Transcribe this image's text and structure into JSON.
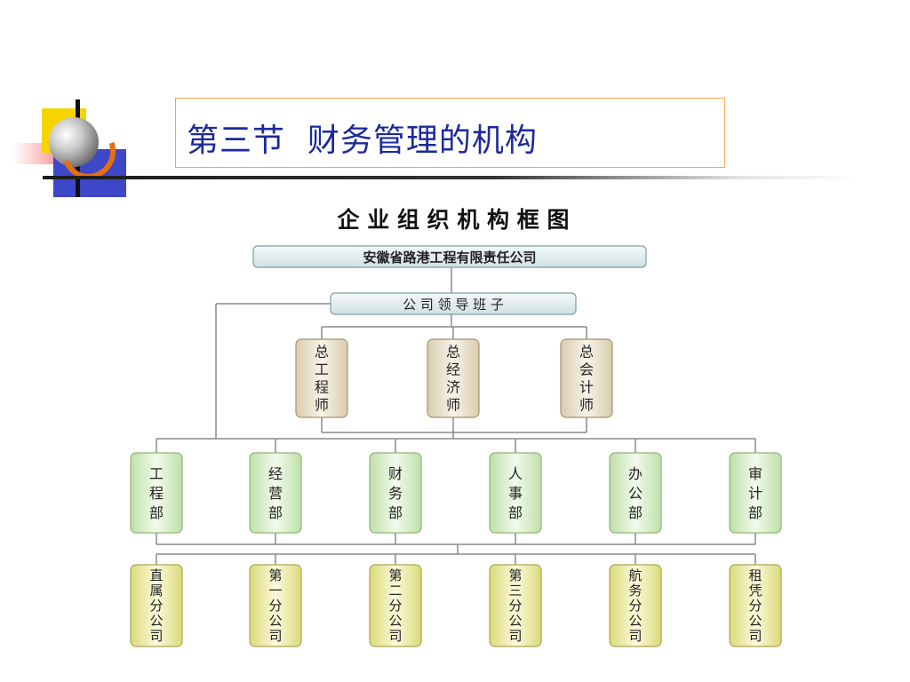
{
  "slide_title": "第三节  财务管理的机构",
  "chart_heading": "企 业 组 织 机 构 框 图",
  "company": "安徽省路港工程有限责任公司",
  "leadership": "公 司 领 导 班 子",
  "officers": [
    "总工程师",
    "总经济师",
    "总会计师"
  ],
  "departments": [
    "工程部",
    "经营部",
    "财务部",
    "人事部",
    "办公部",
    "审计部"
  ],
  "branches": [
    "直属分公司",
    "第一分公司",
    "第二分公司",
    "第三分公司",
    "航务分公司",
    "租凭分公司"
  ],
  "colors": {
    "title": "#1b2a9c",
    "title_border": "#f1a84a",
    "company_fill": "#e3eef0",
    "officer_fill": "#efe7d6",
    "dept_fill": "#e7f4dc",
    "branch_fill": "#f3f2b8",
    "line": "#8a8a8a"
  }
}
